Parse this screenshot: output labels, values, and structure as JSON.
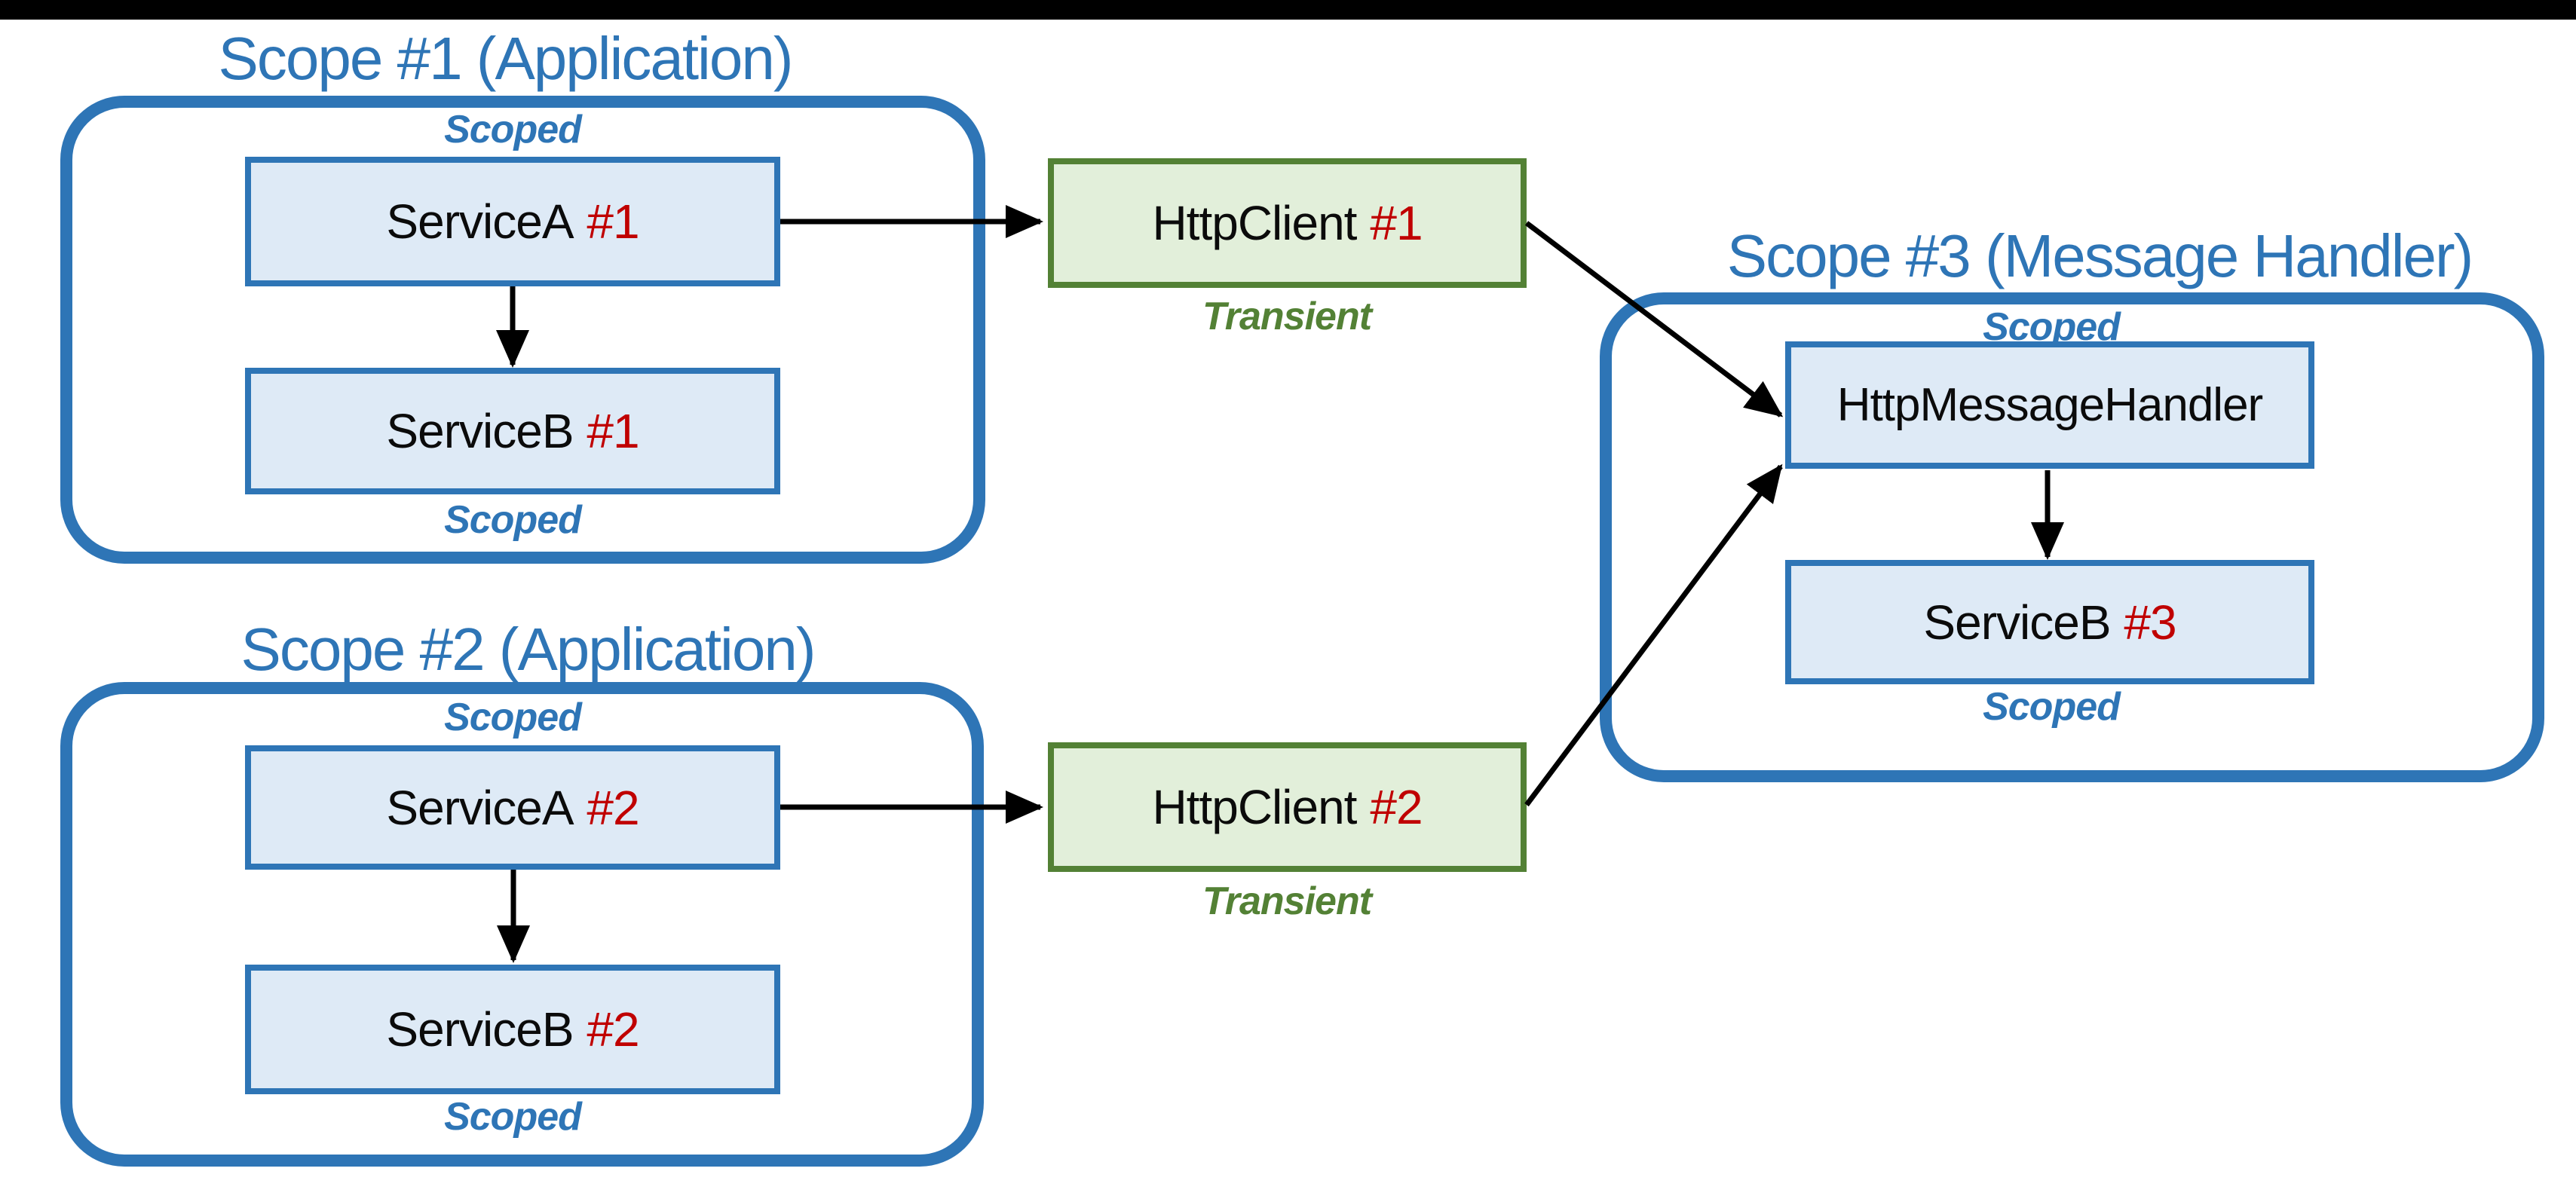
{
  "diagram": {
    "scopes": [
      {
        "title": "Scope #1 (Application)",
        "top_label": "Scoped",
        "bottom_label": "Scoped",
        "boxes": [
          {
            "name": "ServiceA",
            "instance": "#1"
          },
          {
            "name": "ServiceB",
            "instance": "#1"
          }
        ]
      },
      {
        "title": "Scope #2 (Application)",
        "top_label": "Scoped",
        "bottom_label": "Scoped",
        "boxes": [
          {
            "name": "ServiceA",
            "instance": "#2"
          },
          {
            "name": "ServiceB",
            "instance": "#2"
          }
        ]
      },
      {
        "title": "Scope #3 (Message Handler)",
        "top_label": "Scoped",
        "bottom_label": "Scoped",
        "boxes": [
          {
            "name": "HttpMessageHandler",
            "instance": ""
          },
          {
            "name": "ServiceB",
            "instance": "#3"
          }
        ]
      }
    ],
    "clients": [
      {
        "name": "HttpClient",
        "instance": "#1",
        "lifetime": "Transient"
      },
      {
        "name": "HttpClient",
        "instance": "#2",
        "lifetime": "Transient"
      }
    ],
    "colors": {
      "scope_blue": "#2E75B6",
      "service_box_fill": "#DEEAF6",
      "service_box_border": "#2E75B6",
      "client_box_fill": "#E2EFDA",
      "client_box_border": "#538135",
      "lifetime_green": "#538135",
      "instance_red": "#C00000",
      "arrow_black": "#000000",
      "top_bar": "#000000"
    }
  }
}
